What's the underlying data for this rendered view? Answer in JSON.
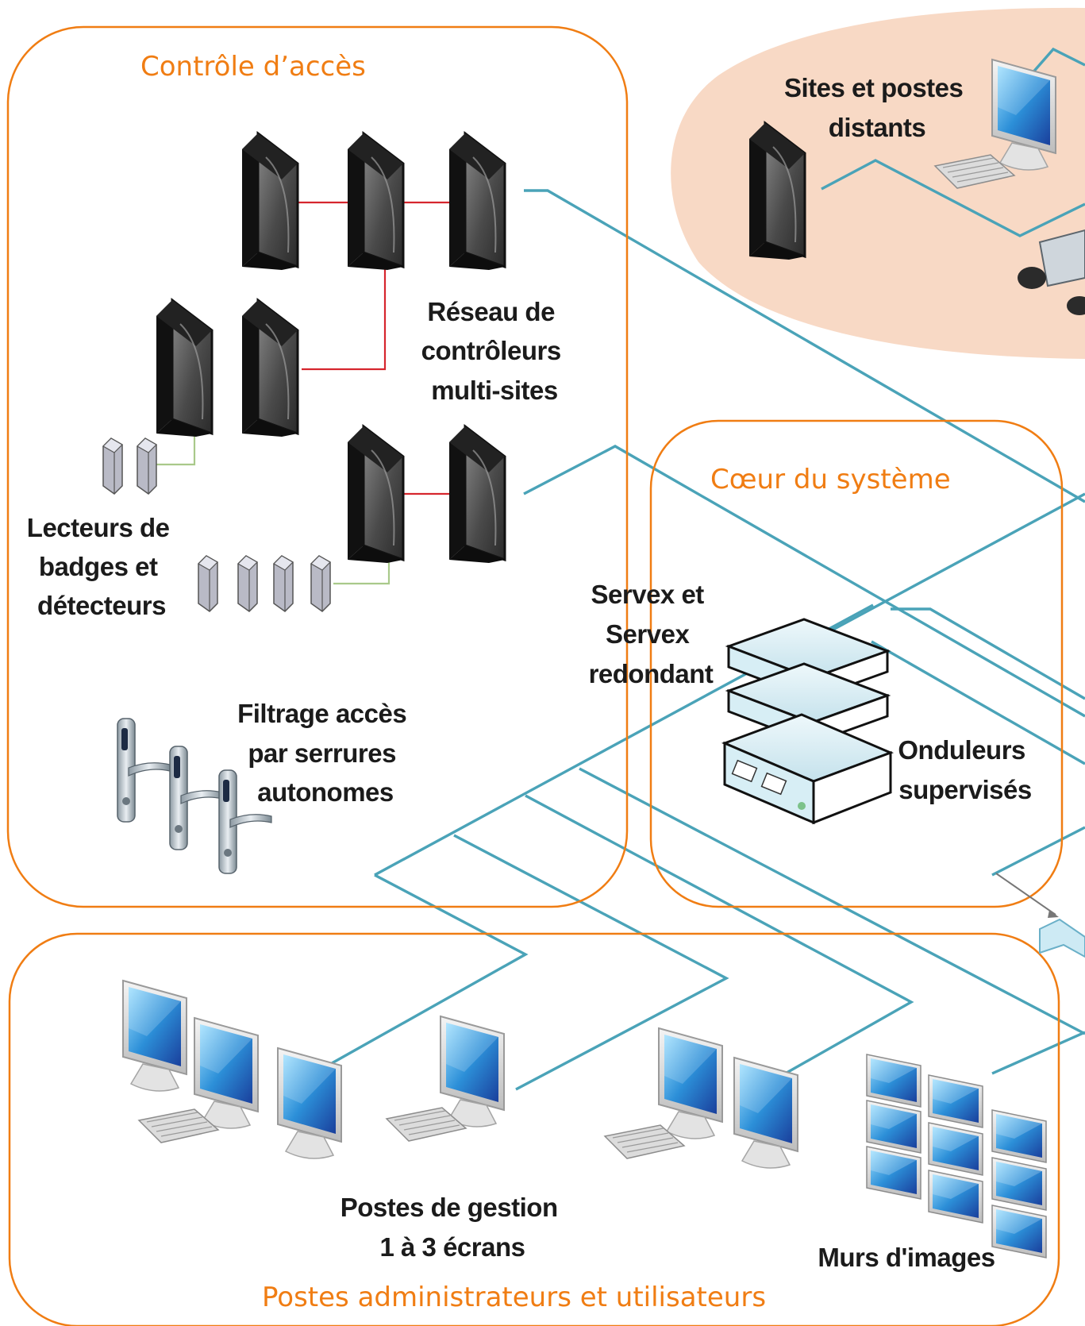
{
  "zones": {
    "access_control": "Contrôle d’accès",
    "core": "Cœur du système",
    "workstations": "Postes administrateurs et utilisateurs"
  },
  "labels": {
    "remote_sites": [
      "Sites et postes",
      "distants"
    ],
    "controllers": [
      "Réseau de",
      "contrôleurs",
      "multi-sites"
    ],
    "readers": [
      "Lecteurs de",
      "badges et",
      "détecteurs"
    ],
    "servex": [
      "Servex et",
      "Servex",
      "redondant"
    ],
    "locks": [
      "Filtrage accès",
      "par serrures",
      "autonomes"
    ],
    "ups": [
      "Onduleurs",
      "supervisés"
    ],
    "management": [
      "Postes de gestion",
      "1 à 3 écrans"
    ],
    "video_wall": "Murs d'images"
  },
  "colors": {
    "zone_border": "#f07d13",
    "network_link": "#4aa3b8",
    "controller_link": "#d6262e",
    "reader_link": "#a9c98a",
    "remote_background": "#f7dac6"
  },
  "icons": [
    "server-tower-icon",
    "badge-reader-icon",
    "door-handle-icon",
    "rack-server-icon",
    "monitor-icon",
    "keyboard-icon",
    "security-camera-icon",
    "video-wall-icon",
    "network-switch-icon"
  ]
}
